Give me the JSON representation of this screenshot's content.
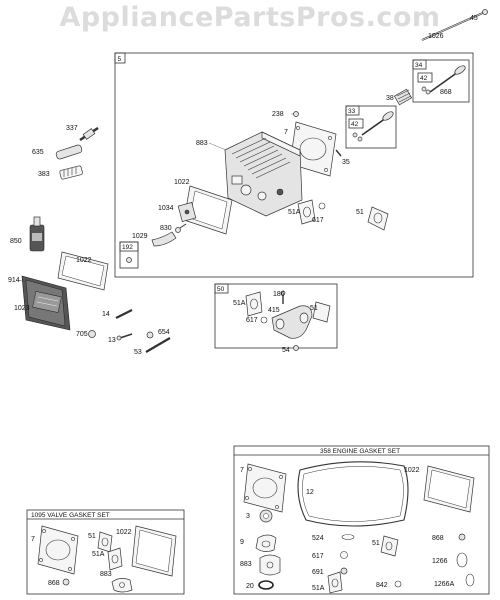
{
  "watermark": "AppliancePartsPros.com",
  "groups": {
    "cylinder_head": "5",
    "valve_kit_34": "34",
    "valve_kit_33": "33",
    "retainer_42a": "42",
    "retainer_42b": "42",
    "kit_192": "192",
    "manifold_50": "50",
    "valve_gasket_set": "1095 VALVE GASKET SET",
    "engine_gasket_set": "358 ENGINE GASKET SET"
  },
  "labels": {
    "p45": "45",
    "p1026": "1026",
    "p868a": "868",
    "p38": "38",
    "p238": "238",
    "p7a": "7",
    "p883a": "883",
    "p35": "35",
    "p1022a": "1022",
    "p1034": "1034",
    "p1029": "1029",
    "p830": "830",
    "p51Aa": "51A",
    "p617a": "617",
    "p51a": "51",
    "p337": "337",
    "p635": "635",
    "p383": "383",
    "p850": "850",
    "p1022b": "1022",
    "p914": "914",
    "p1023": "1023",
    "p14": "14",
    "p705": "705",
    "p13": "13",
    "p654": "654",
    "p53": "53",
    "p51Ab": "51A",
    "p186": "186",
    "p415": "415",
    "p51b": "51",
    "p617b": "617",
    "p54": "54",
    "v7": "7",
    "v51": "51",
    "v1022": "1022",
    "v51A": "51A",
    "v883": "883",
    "v868": "868",
    "e7": "7",
    "e1022": "1022",
    "e12": "12",
    "e3": "3",
    "e524": "524",
    "e868": "868",
    "e9": "9",
    "e617": "617",
    "e51": "51",
    "e1266": "1266",
    "e883": "883",
    "e691": "691",
    "e20": "20",
    "e51A": "51A",
    "e842": "842",
    "e1266A": "1266A"
  }
}
